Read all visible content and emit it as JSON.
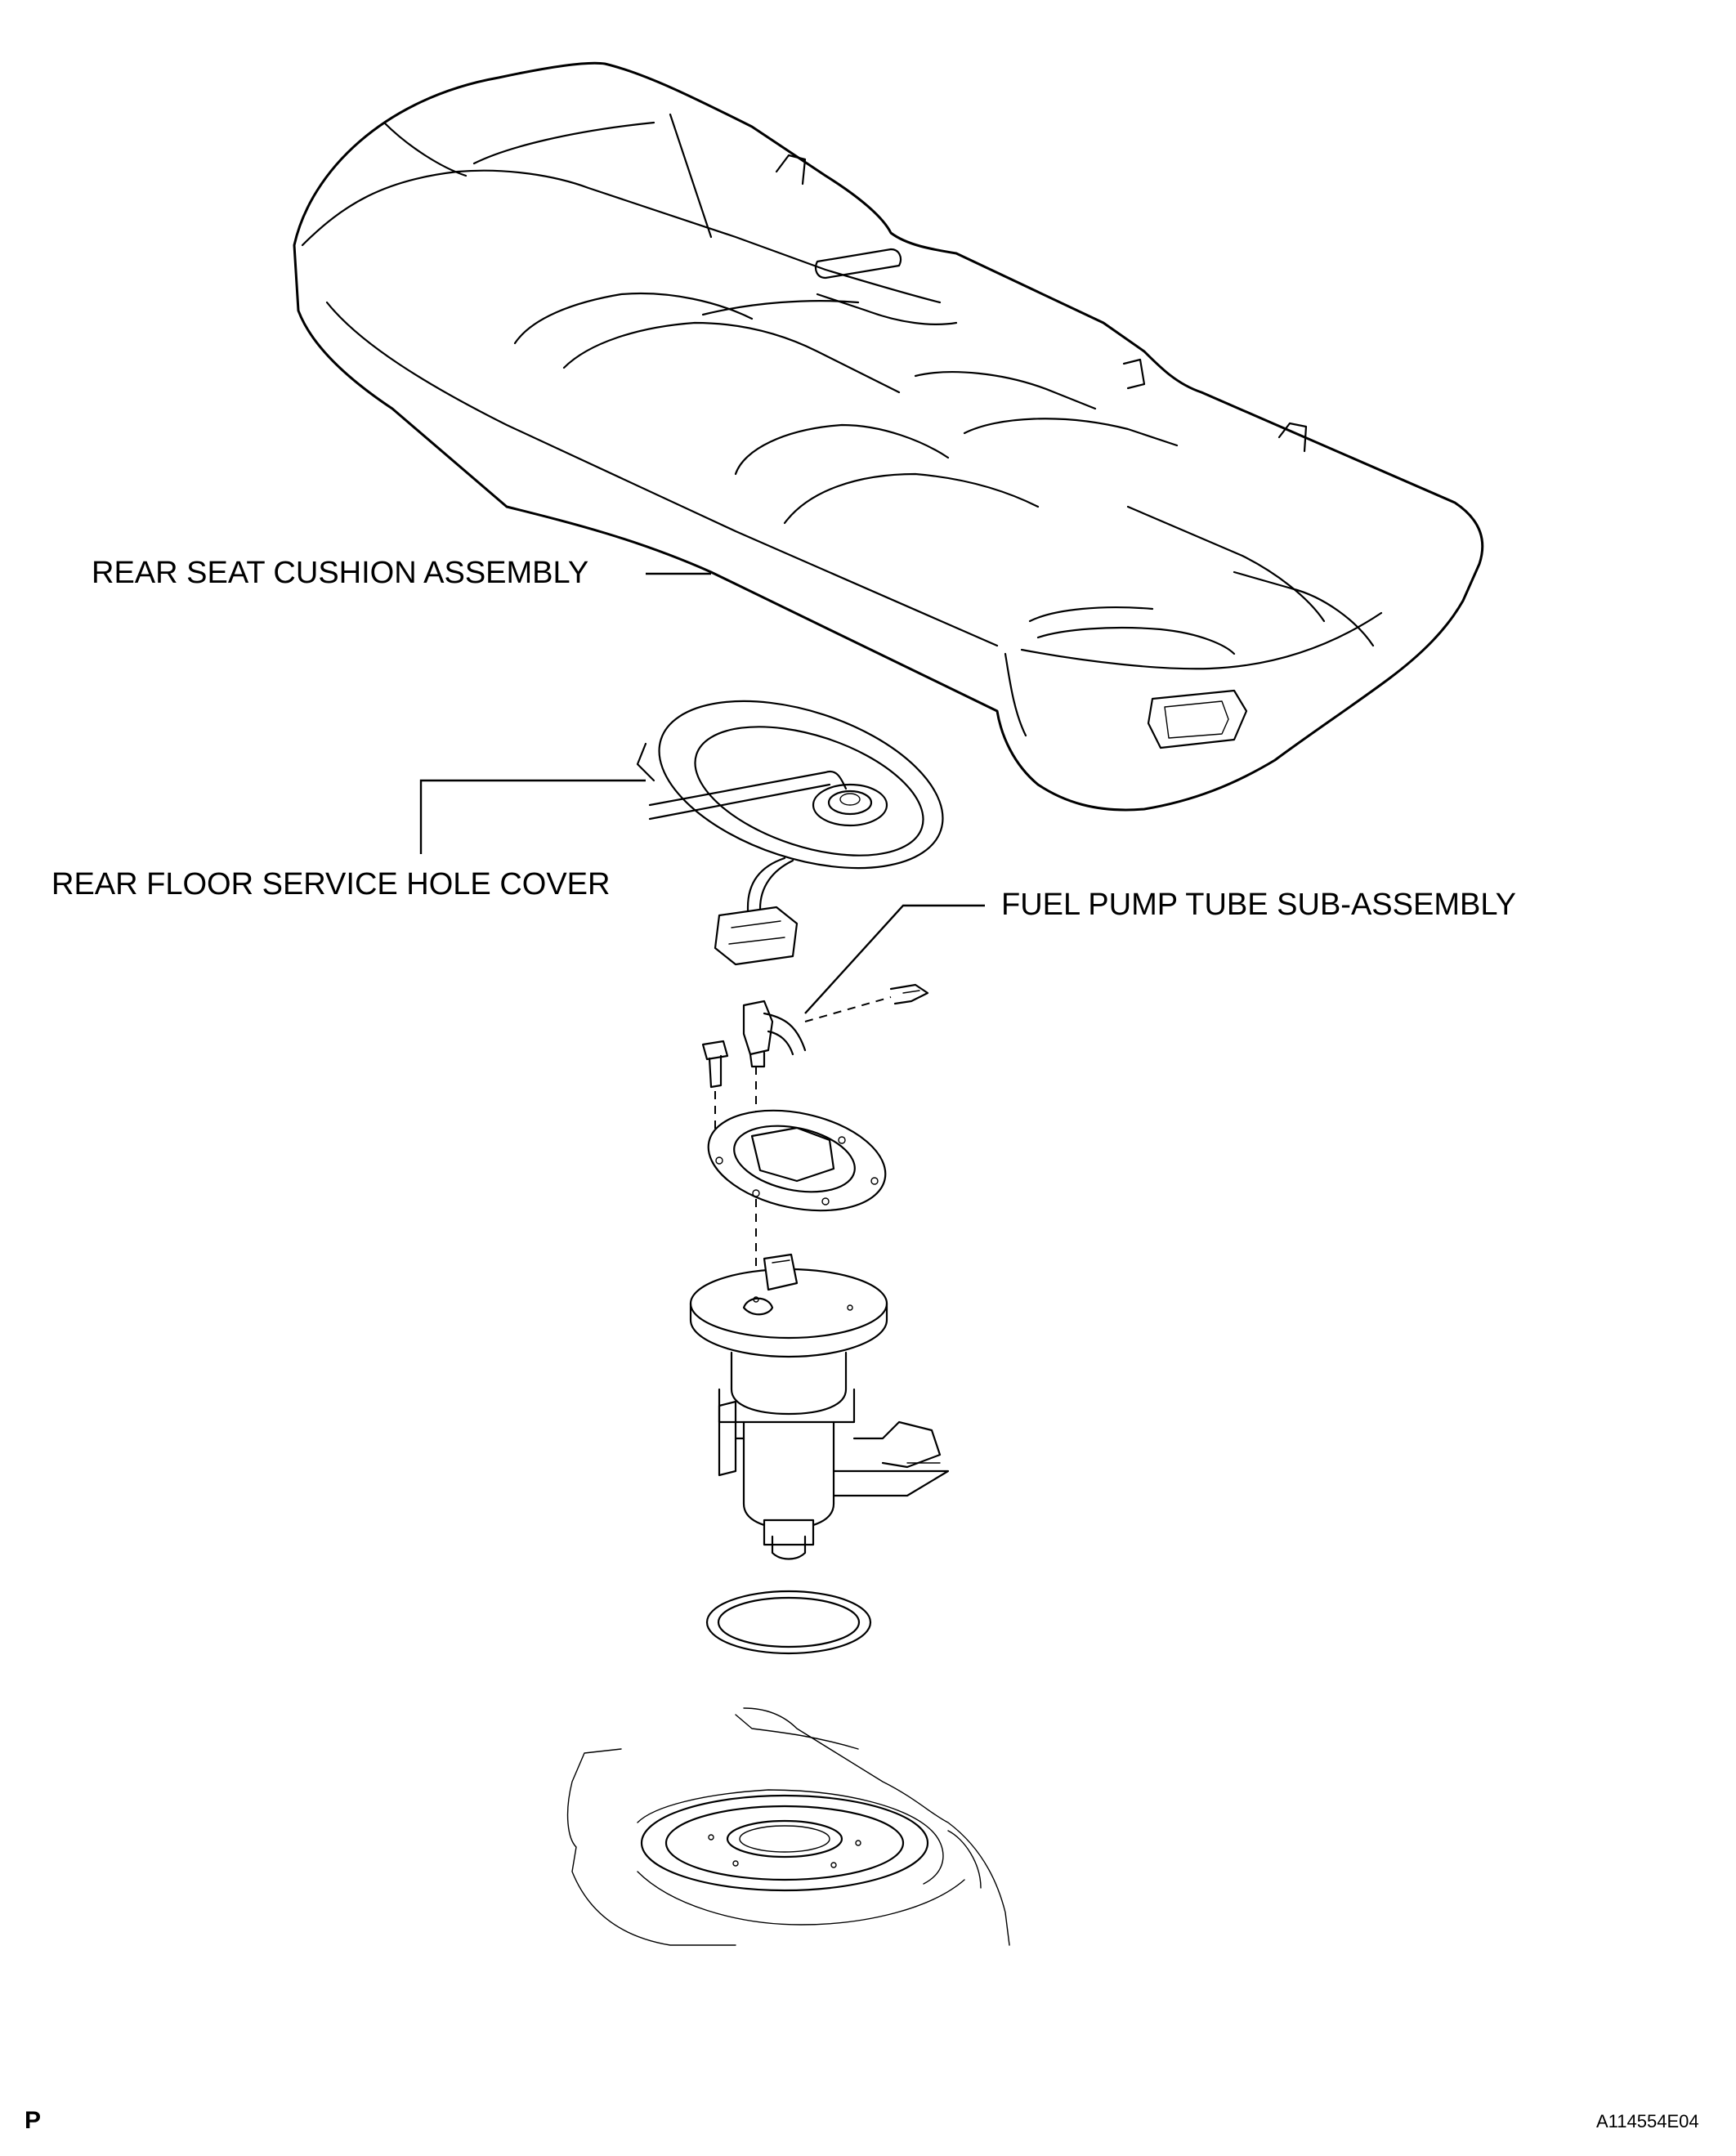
{
  "labels": {
    "seat_cushion": "REAR SEAT CUSHION ASSEMBLY",
    "service_hole_cover": "REAR FLOOR SERVICE HOLE COVER",
    "fuel_pump_tube": "FUEL PUMP TUBE SUB-ASSEMBLY"
  },
  "corner": {
    "left_mark": "P",
    "figure_code": "A114554E04"
  }
}
